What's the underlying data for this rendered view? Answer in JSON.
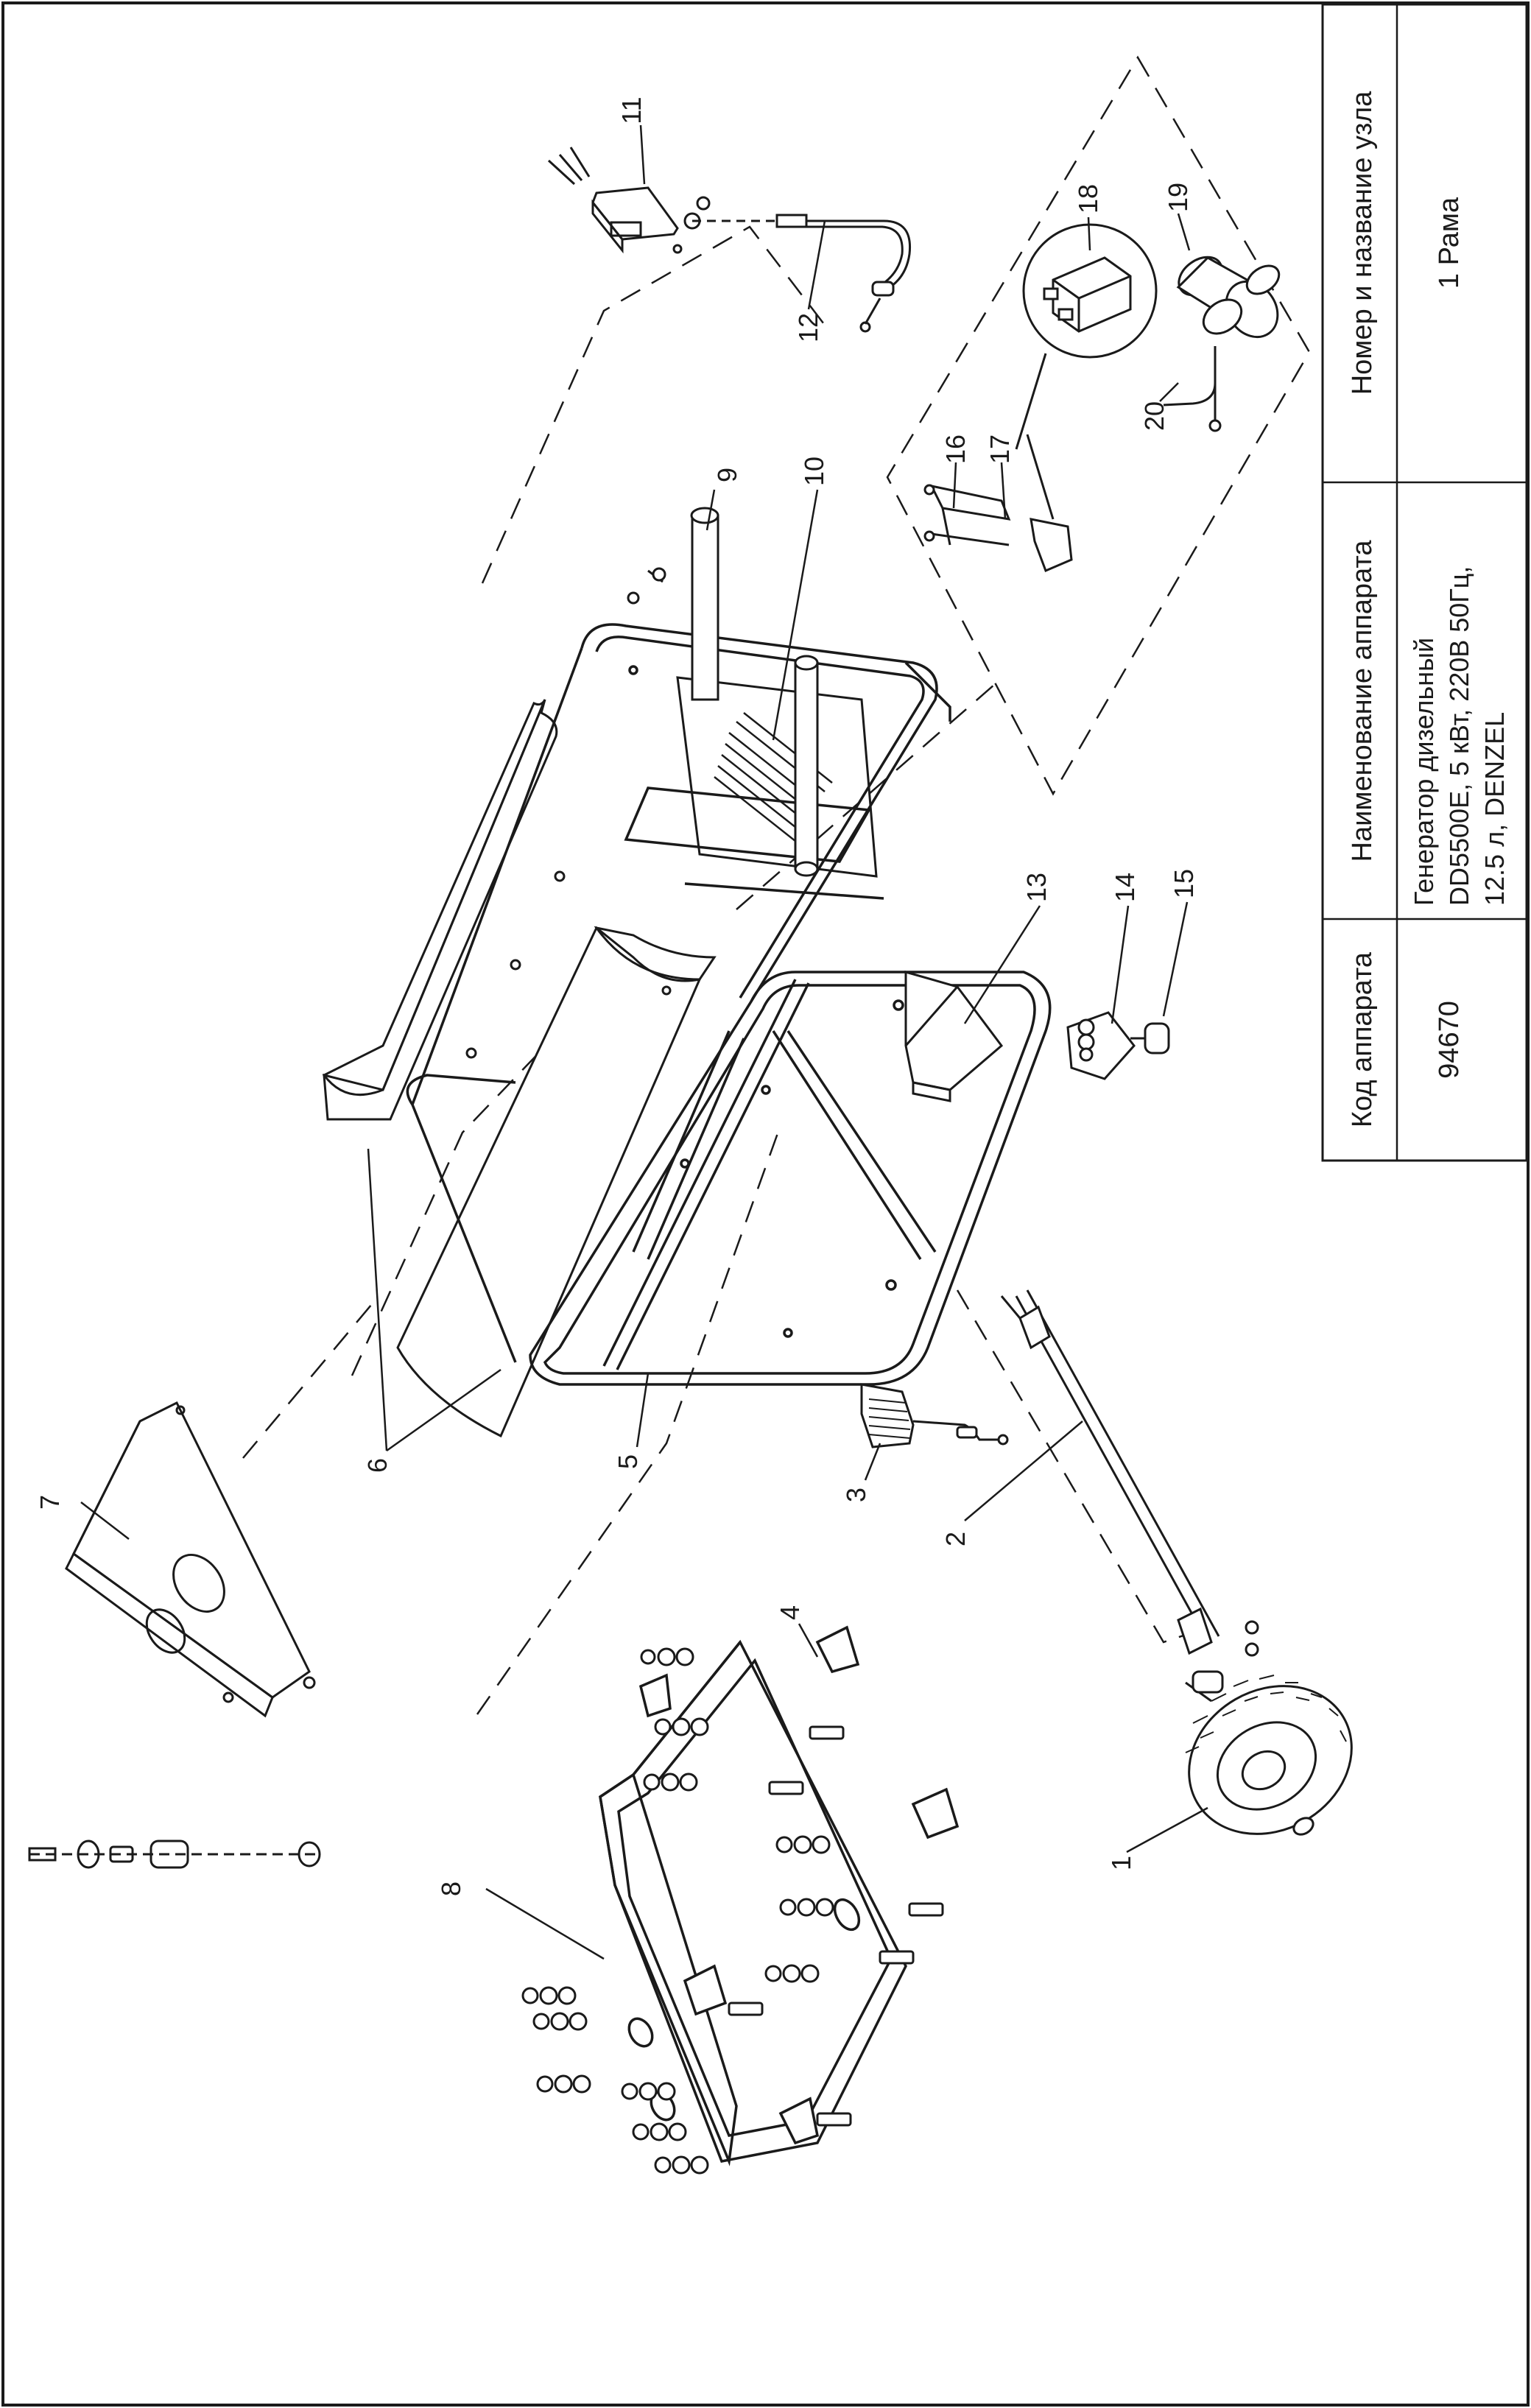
{
  "title_block": {
    "col_code_header": "Код аппарата",
    "col_code_value": "94670",
    "col_name_header": "Наименование аппарата",
    "col_name_line1": "Генератор дизельный",
    "col_name_line2": "DD5500E, 5 кВт, 220В 50Гц,",
    "col_name_line3": "12.5 л, DENZEL",
    "col_unit_header": "Номер и название узла",
    "col_unit_value": "1 Рама"
  },
  "callouts": {
    "c1": "1",
    "c2": "2",
    "c3": "3",
    "c4": "4",
    "c5": "5",
    "c6": "6",
    "c7": "7",
    "c8": "8",
    "c9": "9",
    "c10": "10",
    "c11": "11",
    "c12": "12",
    "c13": "13",
    "c14": "14",
    "c15": "15",
    "c16": "16",
    "c17": "17",
    "c18": "18",
    "c19": "19",
    "c20": "20"
  },
  "colors": {
    "line": "#1a1a1a",
    "background": "#ffffff"
  }
}
